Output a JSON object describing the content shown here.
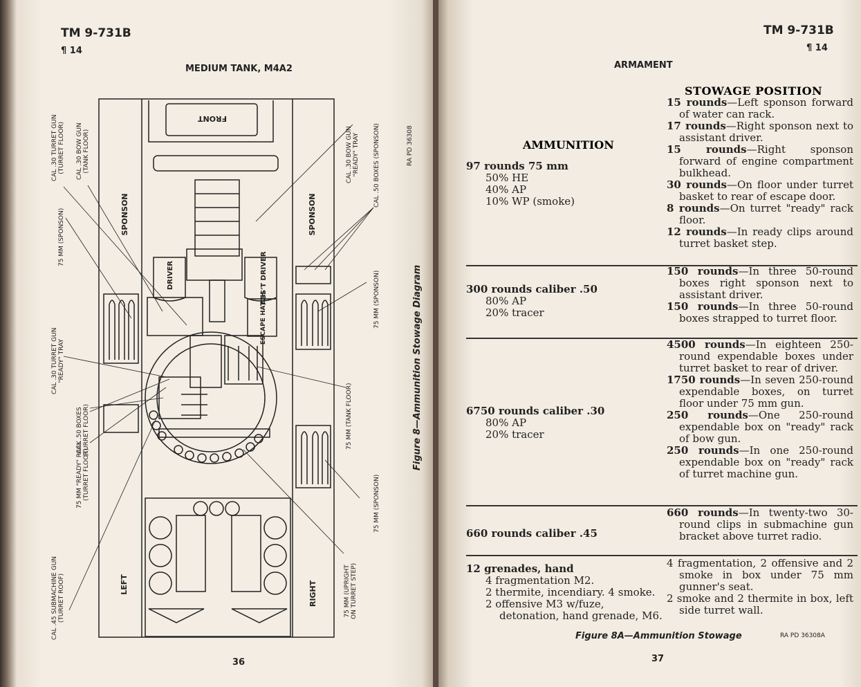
{
  "left_page": {
    "header": "TM 9-731B",
    "section": "¶ 14",
    "title": "MEDIUM TANK, M4A2",
    "page_number": "36",
    "figure_caption": "Figure 8—Ammunition Stowage Diagram",
    "ra_number": "RA PD 36308",
    "outer_labels_bottom": [
      {
        "l1": "CAL .45 SUBMACHINE GUN",
        "l2": "(TURRET ROOF)"
      },
      {
        "l1": "75 MM \"READY\" RACK",
        "l2": "(TURRET FLOOR)"
      },
      {
        "l1": "CAL .50 BOXES",
        "l2": "(TURRET FLOOR)"
      },
      {
        "l1": "CAL .30 TURRET GUN",
        "l2": "\"READY\" TRAY"
      },
      {
        "l1": "75 MM (SPONSON)",
        "l2": ""
      },
      {
        "l1": "CAL .30 BOW GUN",
        "l2": "(TANK FLOOR)"
      },
      {
        "l1": "CAL .30 TURRET GUN",
        "l2": "(TURRET FLOOR)"
      }
    ],
    "outer_labels_right": [
      {
        "l1": "75 MM (UPRIGHT",
        "l2": "ON TURRET STEP)"
      },
      {
        "l1": "75 MM (SPONSON)",
        "l2": ""
      },
      {
        "l1": "75 MM (TANK FLOOR)",
        "l2": ""
      },
      {
        "l1": "75 MM (SPONSON)",
        "l2": ""
      },
      {
        "l1": "CAL .50 BOXES (SPONSON)",
        "l2": ""
      },
      {
        "l1": "CAL .30 BOW GUN",
        "l2": "\"READY\" TRAY"
      }
    ],
    "inner_labels": {
      "front": "FRONT",
      "sponson_left": "SPONSON",
      "sponson_right": "SPONSON",
      "driver": "DRIVER",
      "asst_driver": "ASS'T DRIVER",
      "escape_hatch": "ESCAPE HATCH",
      "left": "LEFT",
      "right": "RIGHT"
    }
  },
  "right_page": {
    "header": "TM 9-731B",
    "section": "¶ 14",
    "title": "ARMAMENT",
    "col_ammunition": "AMMUNITION",
    "col_stowage": "STOWAGE POSITION",
    "page_number": "37",
    "figure_caption": "Figure 8A—Ammunition Stowage",
    "ra_number": "RA PD 36308A",
    "rows": [
      {
        "ammo_main": "97 rounds 75 mm",
        "ammo_sub": [
          "50% HE",
          "40% AP",
          "10% WP (smoke)"
        ],
        "stowage": [
          {
            "b": "15 rounds",
            "t": "—Left sponson forward of water can rack."
          },
          {
            "b": "17 rounds",
            "t": "—Right sponson next to assistant driver."
          },
          {
            "b": "15 rounds",
            "t": "—Right sponson forward of engine compartment bulkhead."
          },
          {
            "b": "30 rounds",
            "t": "—On floor under turret basket to rear of escape door."
          },
          {
            "b": "8 rounds",
            "t": "—On turret \"ready\" rack floor."
          },
          {
            "b": "12 rounds",
            "t": "—In ready clips around turret basket step."
          }
        ]
      },
      {
        "ammo_main": "300 rounds caliber .50",
        "ammo_sub": [
          "80% AP",
          "20% tracer"
        ],
        "stowage": [
          {
            "b": "150 rounds",
            "t": "—In three 50-round boxes right sponson next to assistant driver."
          },
          {
            "b": "150 rounds",
            "t": "—In three 50-round boxes strapped to turret floor."
          }
        ]
      },
      {
        "ammo_main": "6750 rounds caliber .30",
        "ammo_sub": [
          "80% AP",
          "20% tracer"
        ],
        "stowage": [
          {
            "b": "4500 rounds",
            "t": "—In eighteen 250-round expendable boxes under turret basket to rear of driver."
          },
          {
            "b": "1750 rounds",
            "t": "—In seven 250-round expendable boxes, on turret floor under 75 mm gun."
          },
          {
            "b": "250 rounds",
            "t": "—One 250-round expendable box on \"ready\" rack of bow gun."
          },
          {
            "b": "250 rounds",
            "t": "—In one 250-round expendable box on \"ready\" rack of turret machine gun."
          }
        ]
      },
      {
        "ammo_main": "660 rounds caliber .45",
        "ammo_sub": [],
        "stowage": [
          {
            "b": "660 rounds",
            "t": "—In twenty-two 30-round clips in submachine gun bracket above turret radio."
          }
        ]
      },
      {
        "ammo_main": "12 grenades, hand",
        "ammo_sub": [
          "4 fragmentation M2.",
          "2 thermite, incendiary. 4 smoke.",
          "2 offensive M3 w/fuze,",
          "detonation, hand grenade, M6."
        ],
        "stowage": [
          {
            "b": "",
            "t": "4 fragmentation, 2 offensive and 2 smoke in box under 75 mm gunner's seat."
          },
          {
            "b": "",
            "t": "2 smoke and 2 thermite in box, left side turret wall."
          }
        ]
      }
    ]
  }
}
